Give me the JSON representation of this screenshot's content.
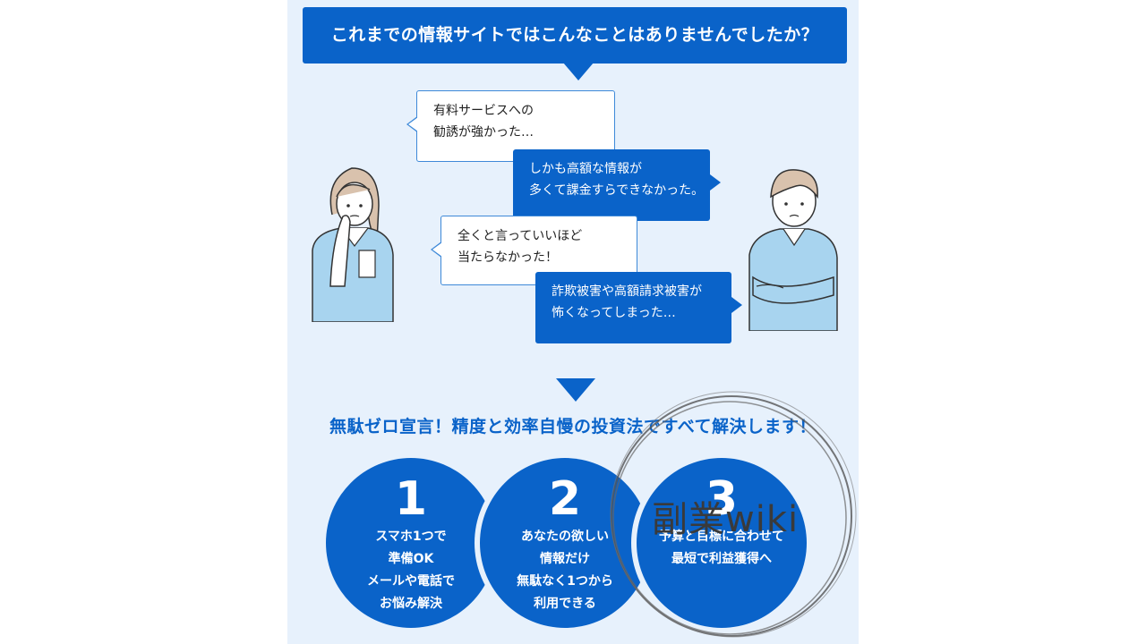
{
  "banner": {
    "text": "これまでの情報サイトではこんなことはありませんでしたか？"
  },
  "bubbles": [
    {
      "lines": [
        "有料サービスへの",
        "勧誘が強かった…"
      ]
    },
    {
      "lines": [
        "しかも高額な情報が",
        "多くて課金すらできなかった。"
      ]
    },
    {
      "lines": [
        "全くと言っていいほど",
        "当たらなかった！"
      ]
    },
    {
      "lines": [
        "詐欺被害や高額請求被害が",
        "怖くなってしまった…"
      ]
    }
  ],
  "headline": "無駄ゼロ宣言！精度と効率自慢の投資法ですべて解決します！",
  "features": [
    {
      "number": "1",
      "lines": [
        "スマホ1つで",
        "準備OK",
        "メールや電話で",
        "お悩み解決"
      ]
    },
    {
      "number": "2",
      "lines": [
        "あなたの欲しい",
        "情報だけ",
        "無駄なく1つから",
        "利用できる"
      ]
    },
    {
      "number": "3",
      "lines": [
        "予算と目標に合わせて",
        "最短で利益獲得へ"
      ]
    }
  ],
  "watermark": "副業wiki",
  "colors": {
    "primary": "#0a63c9",
    "background": "#e7f1fc",
    "bubble_border": "#3e89d8"
  }
}
